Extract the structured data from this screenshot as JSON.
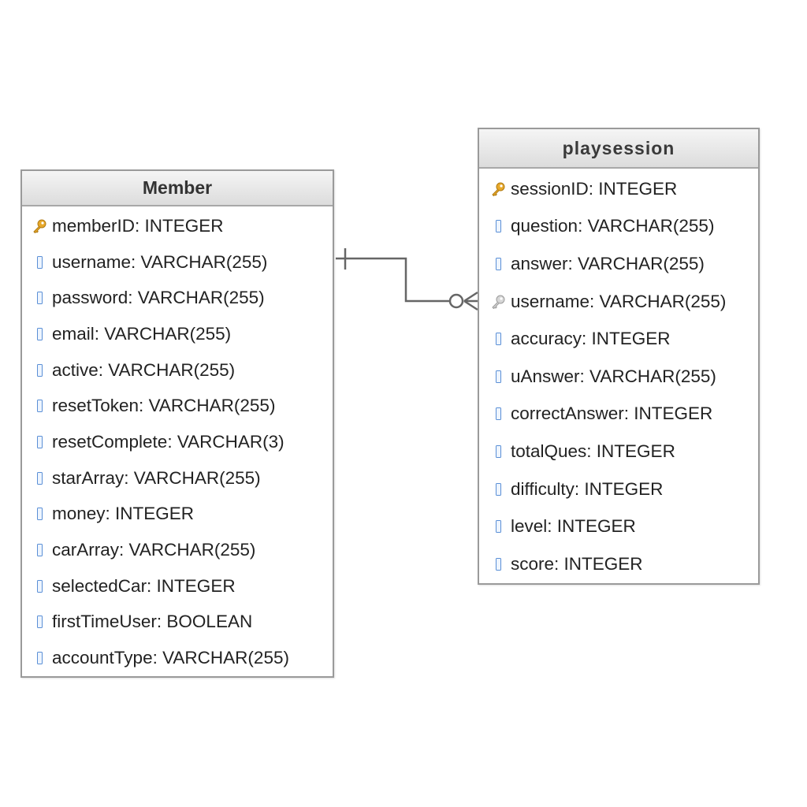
{
  "colors": {
    "border": "#9a9a9a",
    "header_bg": "#dcdcdc",
    "primary_key": "#e8a92b",
    "foreign_key": "#b8b8b8",
    "column_icon": "#5a8fd6",
    "connector": "#666666"
  },
  "member": {
    "title": "Member",
    "fields": [
      {
        "text": "memberID: INTEGER",
        "icon": "primary-key-icon"
      },
      {
        "text": "username: VARCHAR(255)",
        "icon": "column-icon"
      },
      {
        "text": "password: VARCHAR(255)",
        "icon": "column-icon"
      },
      {
        "text": "email: VARCHAR(255)",
        "icon": "column-icon"
      },
      {
        "text": "active: VARCHAR(255)",
        "icon": "column-icon"
      },
      {
        "text": "resetToken: VARCHAR(255)",
        "icon": "column-icon"
      },
      {
        "text": "resetComplete: VARCHAR(3)",
        "icon": "column-icon"
      },
      {
        "text": "starArray: VARCHAR(255)",
        "icon": "column-icon"
      },
      {
        "text": "money: INTEGER",
        "icon": "column-icon"
      },
      {
        "text": "carArray: VARCHAR(255)",
        "icon": "column-icon"
      },
      {
        "text": "selectedCar: INTEGER",
        "icon": "column-icon"
      },
      {
        "text": "firstTimeUser: BOOLEAN",
        "icon": "column-icon"
      },
      {
        "text": "accountType: VARCHAR(255)",
        "icon": "column-icon"
      }
    ]
  },
  "playsession": {
    "title": "playsession",
    "fields": [
      {
        "text": "sessionID: INTEGER",
        "icon": "primary-key-icon"
      },
      {
        "text": "question: VARCHAR(255)",
        "icon": "column-icon"
      },
      {
        "text": "answer: VARCHAR(255)",
        "icon": "column-icon"
      },
      {
        "text": "username: VARCHAR(255)",
        "icon": "foreign-key-icon"
      },
      {
        "text": "accuracy: INTEGER",
        "icon": "column-icon"
      },
      {
        "text": "uAnswer: VARCHAR(255)",
        "icon": "column-icon"
      },
      {
        "text": "correctAnswer: INTEGER",
        "icon": "column-icon"
      },
      {
        "text": "totalQues: INTEGER",
        "icon": "column-icon"
      },
      {
        "text": "difficulty: INTEGER",
        "icon": "column-icon"
      },
      {
        "text": "level: INTEGER",
        "icon": "column-icon"
      },
      {
        "text": "score: INTEGER",
        "icon": "column-icon"
      }
    ]
  },
  "relationship": {
    "from": "Member.username",
    "to": "playsession.username",
    "from_cardinality": "one",
    "to_cardinality": "zero-or-many"
  }
}
